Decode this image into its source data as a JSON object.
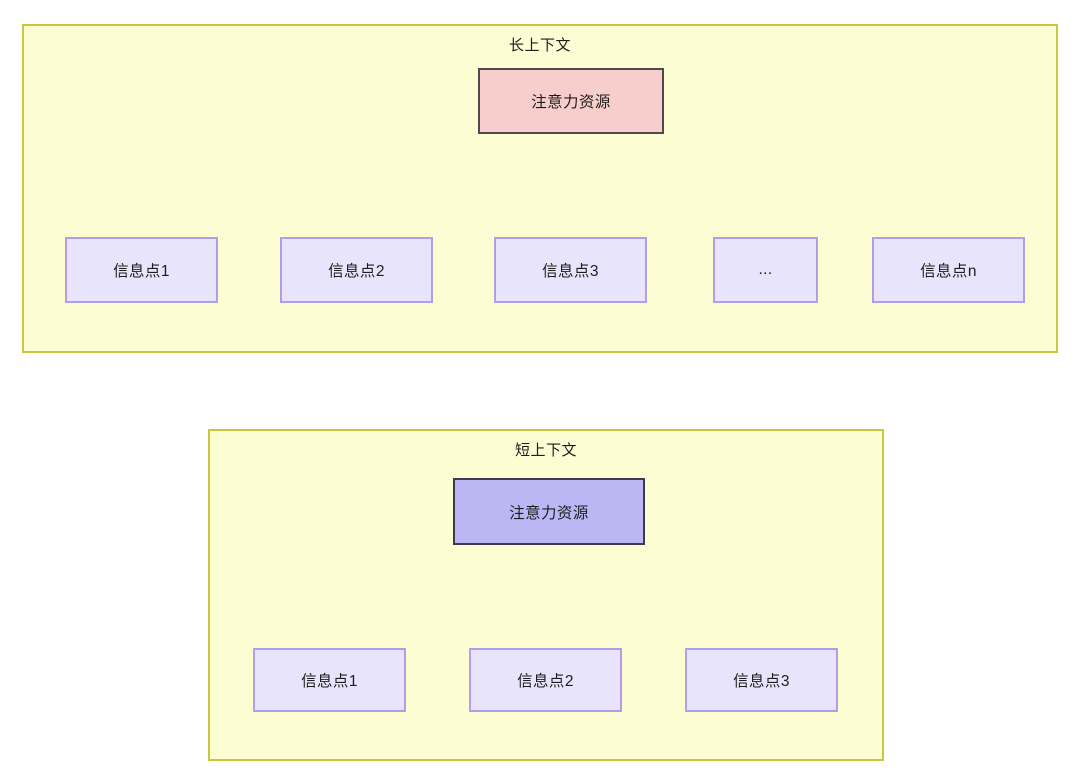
{
  "diagram": {
    "type": "flowchart",
    "background": "#ffffff",
    "panel_fill": "#fdfdd4",
    "panel_stroke": "#c8c840",
    "edge_color": "#2b2b2b",
    "sections": [
      {
        "id": "long-context",
        "title": "长上下文",
        "root": {
          "id": "attn-long",
          "label": "注意力资源",
          "fill": "#f8cecc",
          "stroke": "#50494b"
        },
        "children": [
          {
            "id": "info-l-1",
            "label": "信息点1",
            "fill": "#e7e4fb",
            "stroke": "#b49ce8"
          },
          {
            "id": "info-l-2",
            "label": "信息点2",
            "fill": "#e7e4fb",
            "stroke": "#b49ce8"
          },
          {
            "id": "info-l-3",
            "label": "信息点3",
            "fill": "#e7e4fb",
            "stroke": "#b49ce8"
          },
          {
            "id": "info-l-ellipsis",
            "label": "...",
            "fill": "#e7e4fb",
            "stroke": "#b49ce8"
          },
          {
            "id": "info-l-n",
            "label": "信息点n",
            "fill": "#e7e4fb",
            "stroke": "#b49ce8"
          }
        ]
      },
      {
        "id": "short-context",
        "title": "短上下文",
        "root": {
          "id": "attn-short",
          "label": "注意力资源",
          "fill": "#bbb7f5",
          "stroke": "#3b3b4a"
        },
        "children": [
          {
            "id": "info-s-1",
            "label": "信息点1",
            "fill": "#e7e4fb",
            "stroke": "#b49ce8"
          },
          {
            "id": "info-s-2",
            "label": "信息点2",
            "fill": "#e7e4fb",
            "stroke": "#b49ce8"
          },
          {
            "id": "info-s-3",
            "label": "信息点3",
            "fill": "#e7e4fb",
            "stroke": "#b49ce8"
          }
        ]
      }
    ]
  }
}
